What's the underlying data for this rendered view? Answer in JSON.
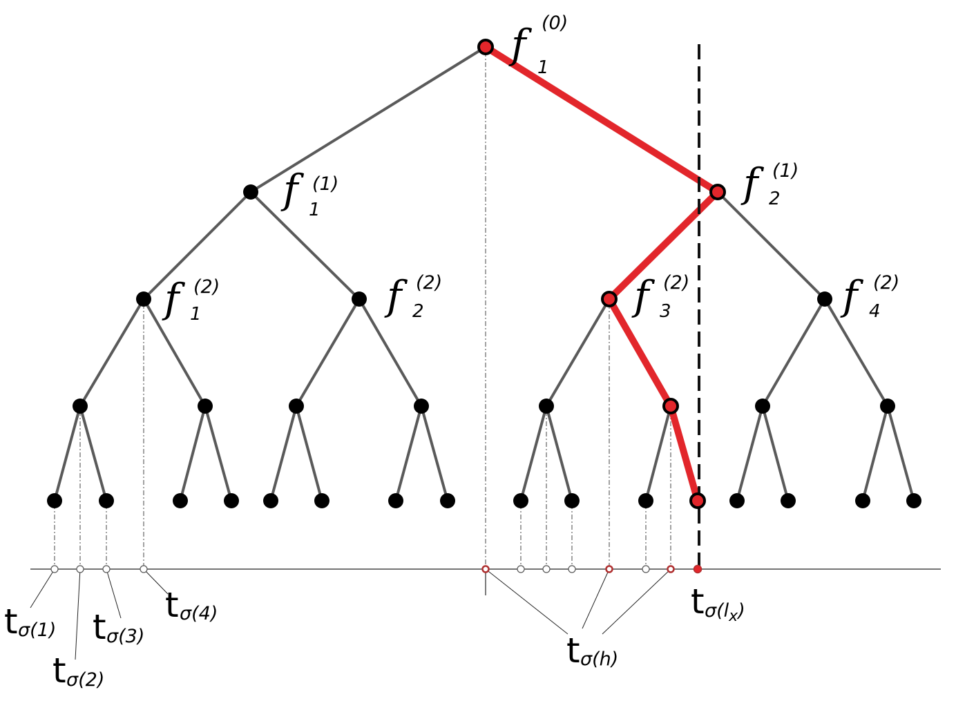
{
  "node_labels": {
    "f0_1": {
      "letter": "f",
      "sup": "(0)",
      "sub": "1"
    },
    "f1_1": {
      "letter": "f",
      "sup": "(1)",
      "sub": "1"
    },
    "f1_2": {
      "letter": "f",
      "sup": "(1)",
      "sub": "2"
    },
    "f2_1": {
      "letter": "f",
      "sup": "(2)",
      "sub": "1"
    },
    "f2_2": {
      "letter": "f",
      "sup": "(2)",
      "sub": "2"
    },
    "f2_3": {
      "letter": "f",
      "sup": "(2)",
      "sub": "3"
    },
    "f2_4": {
      "letter": "f",
      "sup": "(2)",
      "sub": "4"
    }
  },
  "axis_labels": {
    "t1": {
      "letter": "t",
      "sub": "σ(1)"
    },
    "t2": {
      "letter": "t",
      "sub": "σ(2)"
    },
    "t3": {
      "letter": "t",
      "sub": "σ(3)"
    },
    "t4": {
      "letter": "t",
      "sub": "σ(4)"
    },
    "th": {
      "letter": "t",
      "sub": "σ(h)"
    },
    "tl": {
      "letter": "t",
      "sub": "σ(l",
      "sub2": "x",
      "sub3": ")"
    }
  },
  "colors": {
    "highlight_path": "#e2262b",
    "edge": "#5a5a5a",
    "node": "#000000"
  }
}
